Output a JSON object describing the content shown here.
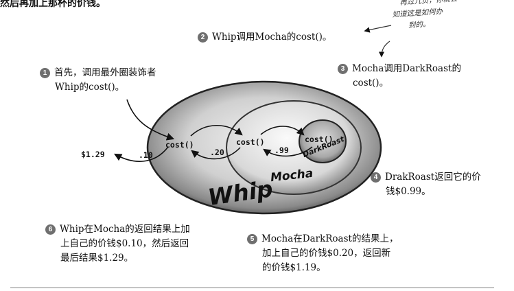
{
  "header": {
    "cut_text": "然后再加上那杯的价钱。"
  },
  "handwritten": {
    "lines": [
      "再过几页，你就会",
      "知道这是如何办",
      "到的。"
    ]
  },
  "diagram": {
    "layers": {
      "whip": "Whip",
      "mocha": "Mocha",
      "darkroast": "DarkRoast"
    },
    "calls": {
      "whip": "cost()",
      "mocha": "cost()",
      "darkroast": "cost()"
    },
    "values": {
      "result": "$1.29",
      "whip_add": ".10",
      "mocha_add": ".20",
      "darkroast_price": ".99"
    }
  },
  "steps": [
    {
      "num": "1",
      "lines": [
        "首先，调用最外圈装饰者",
        "Whip的cost()。"
      ]
    },
    {
      "num": "2",
      "lines": [
        "Whip调用Mocha的cost()。"
      ]
    },
    {
      "num": "3",
      "lines": [
        "Mocha调用DarkRoast的",
        "cost()。"
      ]
    },
    {
      "num": "4",
      "lines": [
        "DrakRoast返回它的价",
        "钱$0.99。"
      ]
    },
    {
      "num": "5",
      "lines": [
        "Mocha在DarkRoast的结果上，",
        "加上自己的价钱$0.20，返回新",
        "的价钱$1.19。"
      ]
    },
    {
      "num": "6",
      "lines": [
        "Whip在Mocha的返回结果上加",
        "上自己的价钱$0.10，然后返回",
        "最后结果$1.29。"
      ]
    }
  ]
}
